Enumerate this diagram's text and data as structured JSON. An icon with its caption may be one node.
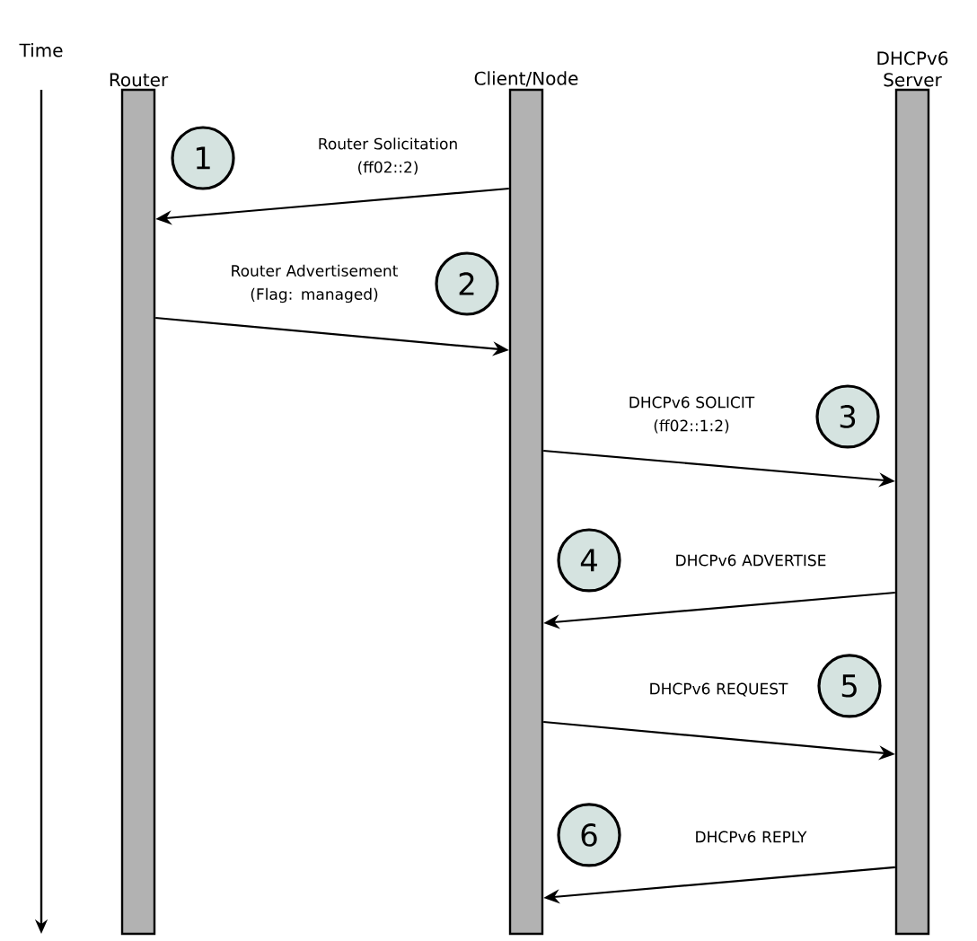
{
  "diagram": {
    "nodes": [
      {
        "text": [
          "Router"
        ]
      },
      {
        "text": [
          "Client/Node"
        ]
      },
      {
        "text": [
          "DHCPv6 Server"
        ]
      }
    ],
    "edges": [
      {
        "from": 1,
        "to": 0,
        "arrow": "to",
        "label": "Router Solicitation (ff02::2)"
      },
      {
        "from": 0,
        "to": 1,
        "arrow": "to",
        "label": "Router Advertisement (Flag: managed)"
      },
      {
        "from": 1,
        "to": 2,
        "arrow": "to",
        "label": "DHCPv6 SOLICIT (ff02::1:2)"
      },
      {
        "from": 2,
        "to": 1,
        "arrow": "to",
        "label": "DHCPv6 ADVERTISE"
      },
      {
        "from": 1,
        "to": 2,
        "arrow": "to",
        "label": "DHCPv6 REQUEST"
      },
      {
        "from": 2,
        "to": 1,
        "arrow": "to",
        "label": "DHCPv6 REPLY"
      }
    ],
    "labels": [
      "Time",
      "1",
      "2",
      "3",
      "4",
      "5",
      "6"
    ]
  }
}
